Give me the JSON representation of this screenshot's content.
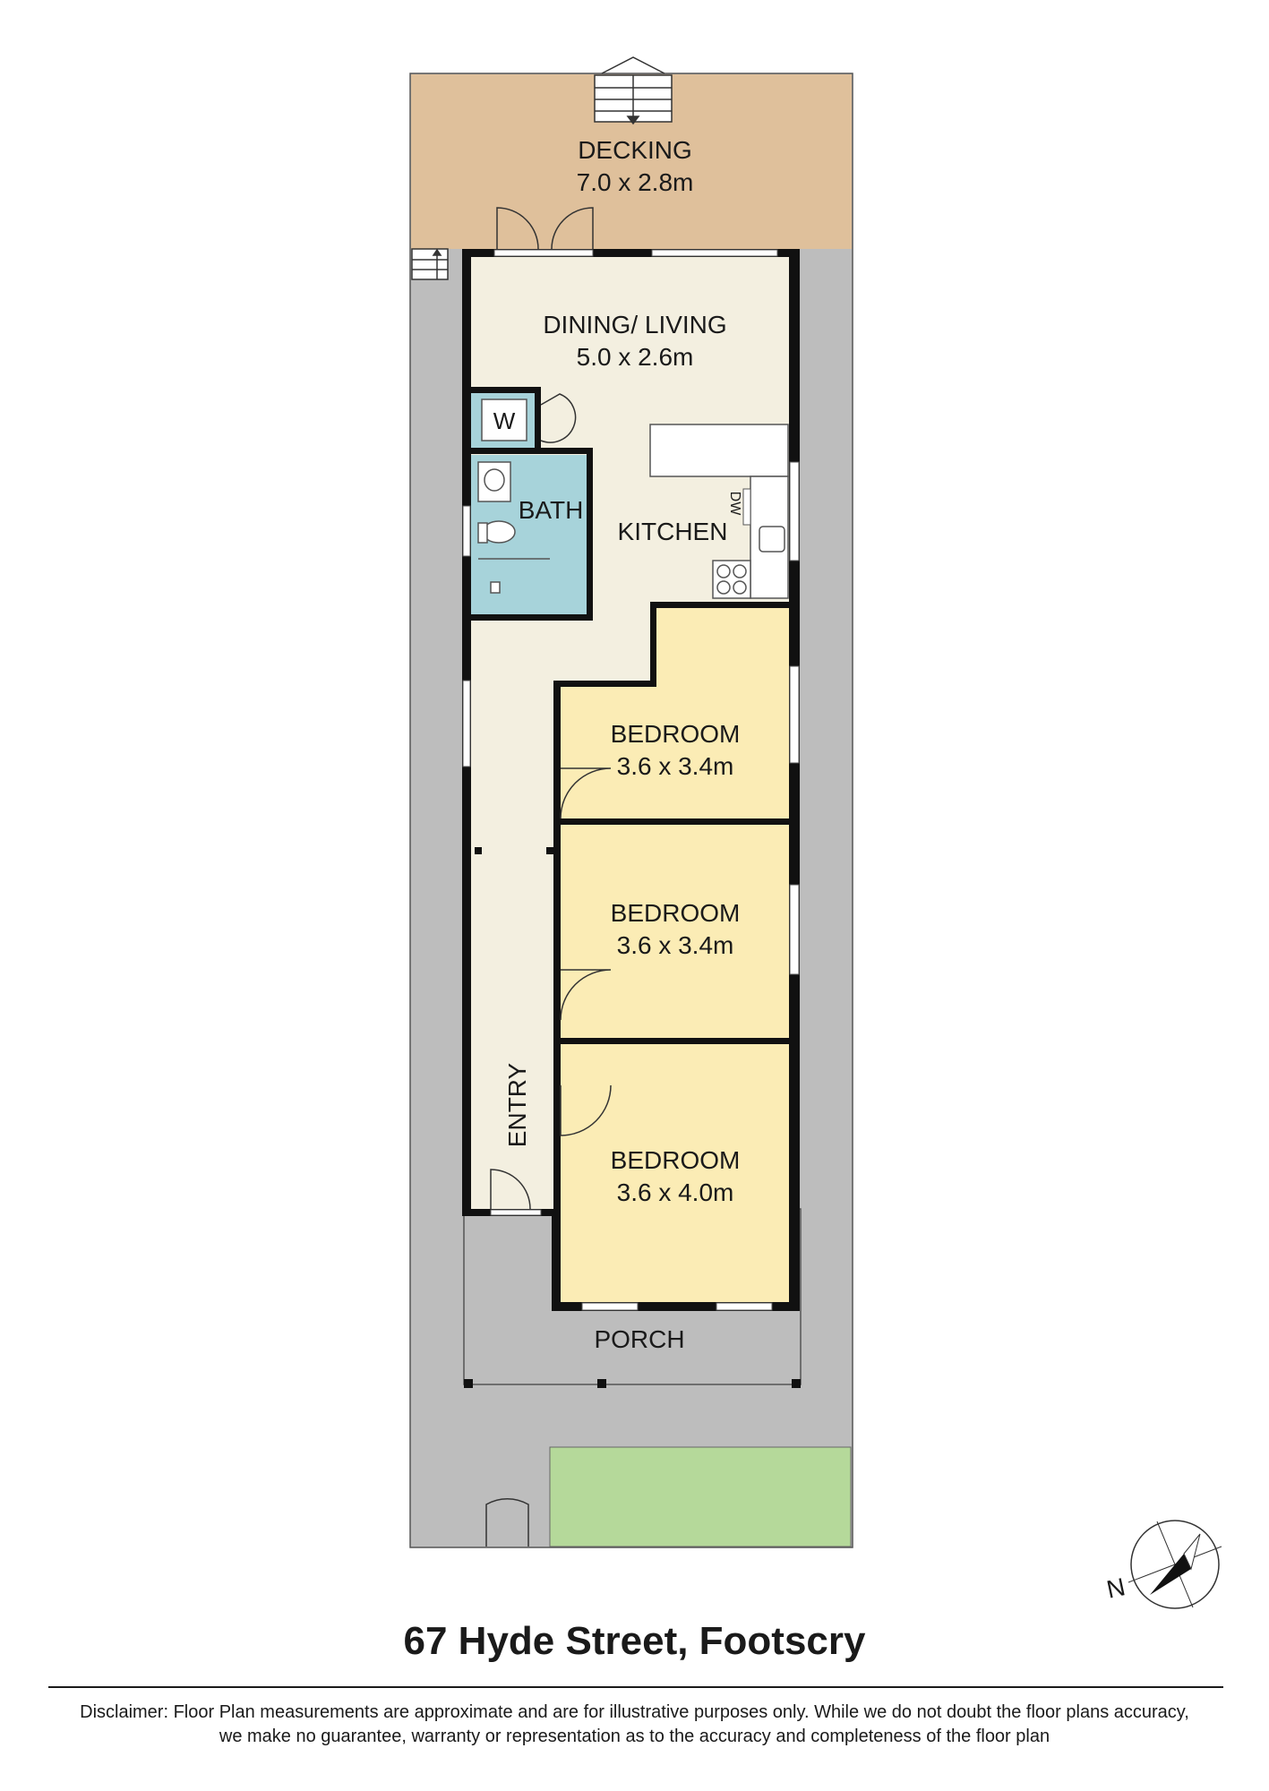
{
  "property": {
    "title": "67 Hyde Street, Footscry"
  },
  "rooms": {
    "decking": {
      "name": "DECKING",
      "size": "7.0 x 2.8m"
    },
    "dining": {
      "name": "DINING/ LIVING",
      "size": "5.0 x 2.6m"
    },
    "laundry": {
      "name": "W"
    },
    "bath": {
      "name": "BATH"
    },
    "kitchen": {
      "name": "KITCHEN",
      "dishwasher": "DW"
    },
    "bedroom1": {
      "name": "BEDROOM",
      "size": "3.6 x 3.4m"
    },
    "bedroom2": {
      "name": "BEDROOM",
      "size": "3.6 x 3.4m"
    },
    "bedroom3": {
      "name": "BEDROOM",
      "size": "3.6 x 4.0m"
    },
    "entry": {
      "name": "ENTRY"
    },
    "porch": {
      "name": "PORCH"
    }
  },
  "compass": {
    "north_label": "N"
  },
  "disclaimer": {
    "line1": "Disclaimer: Floor Plan measurements are approximate and are for illustrative purposes only. While we do not doubt the floor plans accuracy,",
    "line2": "we make no guarantee, warranty or representation as to the accuracy and completeness of the floor plan"
  },
  "colors": {
    "decking": "#dfc09b",
    "living": "#f3efe0",
    "bath": "#a7d3da",
    "bedroom": "#fbecb5",
    "yard": "#bdbdbd",
    "lawn": "#b5d99a",
    "wall": "#111111"
  }
}
